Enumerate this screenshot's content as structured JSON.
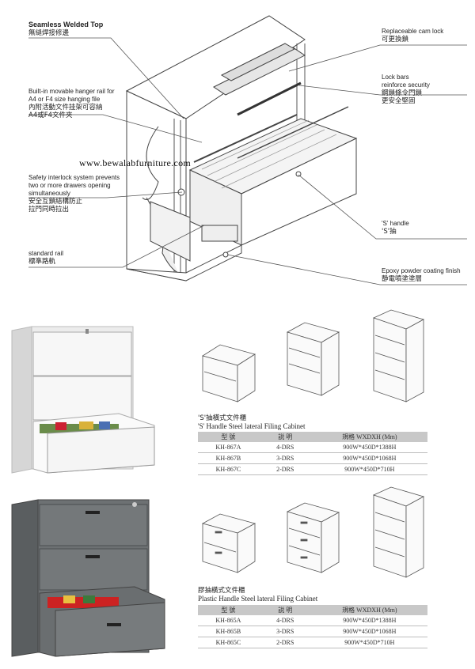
{
  "callouts": {
    "seamless_en": "Seamless Welded Top",
    "seamless_zh": "無縫焊接修邊",
    "hanger_en1": "Built-in movable hanger rail for",
    "hanger_en2": "A4 or F4 size hanging file",
    "hanger_zh1": "內附活動文件挂架可容納",
    "hanger_zh2": "A4或F4文件夾",
    "interlock_en1": "Safety interlock system prevents",
    "interlock_en2": "two or more drawers opening",
    "interlock_en3": "simultaneously",
    "interlock_zh1": "安全互鎖結構防止",
    "interlock_zh2": "拉門同時拉出",
    "rail_en": "standard rail",
    "rail_zh": "標準路軌",
    "camlock_en": "Replaceable cam lock",
    "camlock_zh": "可更換鎖",
    "lockbars_en1": "Lock bars",
    "lockbars_en2": "reinforce security",
    "lockbars_zh1": "鋼鎖條令門鎖",
    "lockbars_zh2": "更安全堅固",
    "shandle_en": "'S' handle",
    "shandle_zh": "'S'抽",
    "epoxy_en": "Epoxy powder coating finish",
    "epoxy_zh": "静電噴塗塗層"
  },
  "website": "www.bewalabfurniture.com",
  "section1": {
    "title_zh": "'S'抽橫式文件櫃",
    "title_en": "'S' Handle Steel lateral Filing Cabinet",
    "headers": [
      "型 號",
      "説 明",
      "規格 WXDXH (Mm)"
    ],
    "rows": [
      [
        "KH-867A",
        "4-DRS",
        "900W*450D*1388H"
      ],
      [
        "KH-867B",
        "3-DRS",
        "900W*450D*1068H"
      ],
      [
        "KH-867C",
        "2-DRS",
        "900W*450D*710H"
      ]
    ]
  },
  "section2": {
    "title_zh": "膠抽橫式文件櫃",
    "title_en": "Plastic Handle Steel lateral Filing Cabinet",
    "headers": [
      "型 號",
      "説 明",
      "規格 WXDXH (Mm)"
    ],
    "rows": [
      [
        "KH-865A",
        "4-DRS",
        "900W*450D*1388H"
      ],
      [
        "KH-865B",
        "3-DRS",
        "900W*450D*1068H"
      ],
      [
        "KH-865C",
        "2-DRS",
        "900W*450D*710H"
      ]
    ]
  },
  "colors": {
    "white_cabinet": "#f2f2f2",
    "grey_cabinet": "#6d7173",
    "table_header": "#c8c8c8"
  }
}
